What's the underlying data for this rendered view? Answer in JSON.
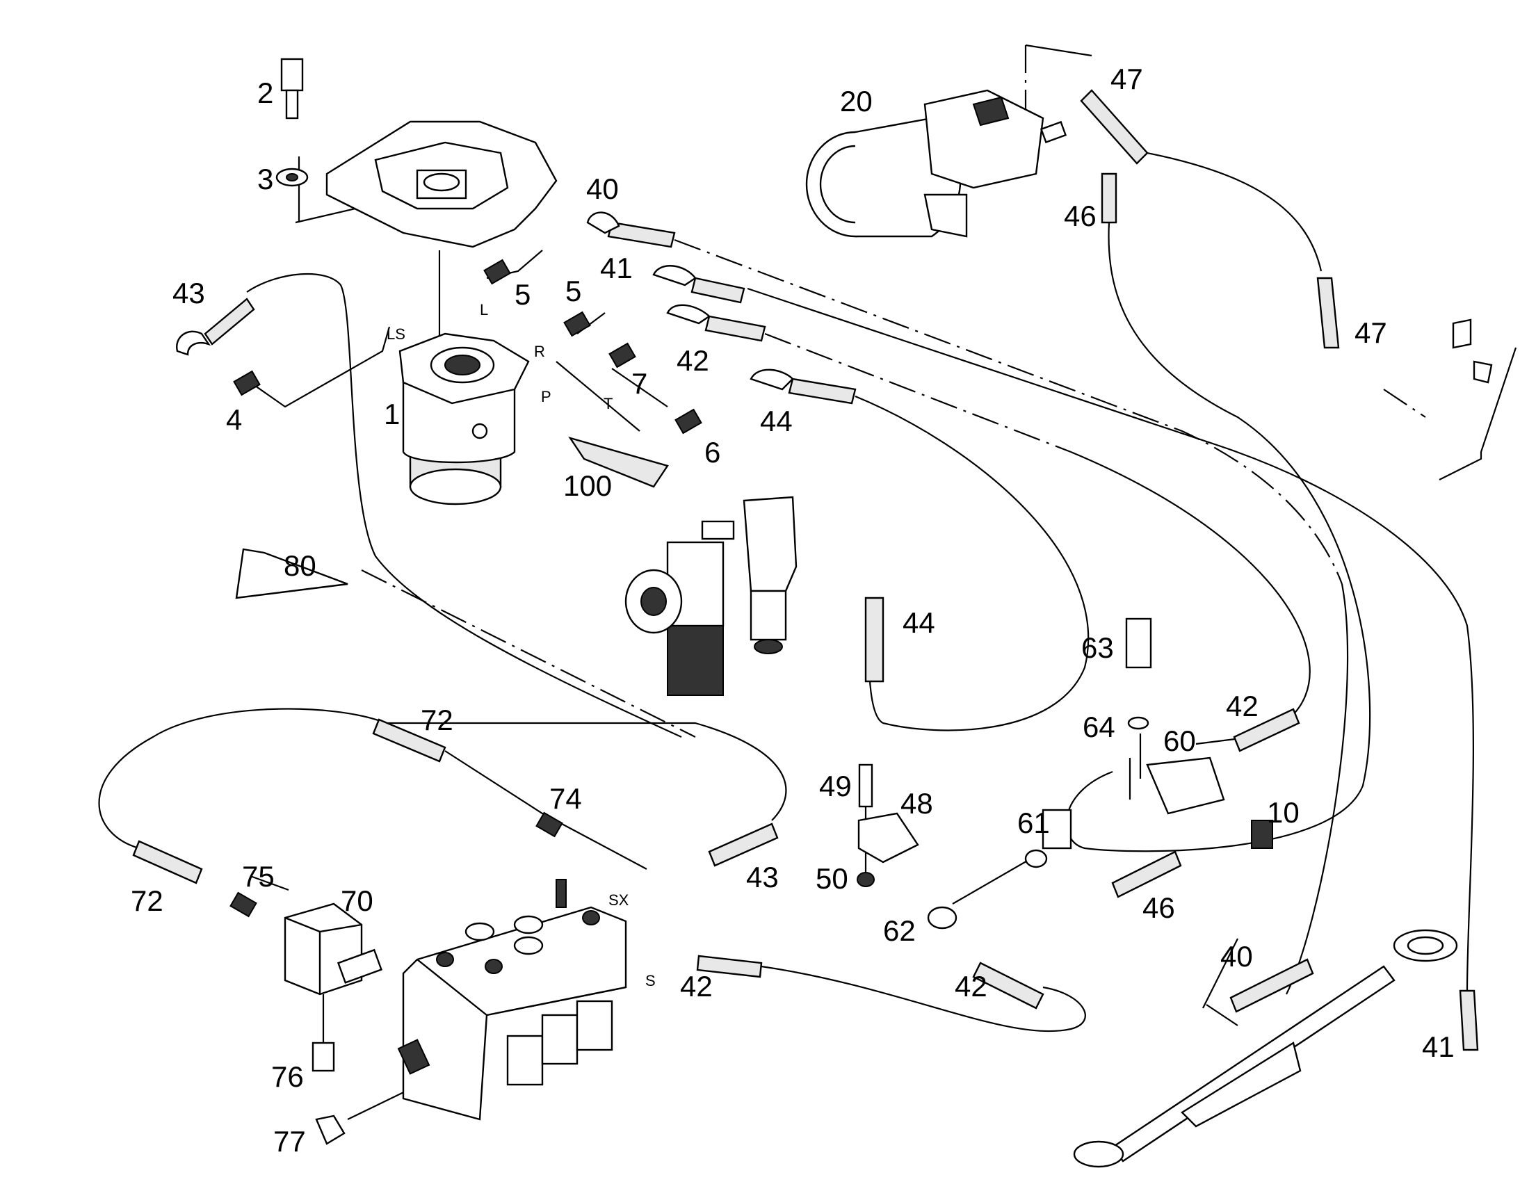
{
  "labels": {
    "n1": "1",
    "n2": "2",
    "n3": "3",
    "n4": "4",
    "n5a": "5",
    "n5b": "5",
    "n6": "6",
    "n7": "7",
    "n10": "10",
    "n20": "20",
    "n40a": "40",
    "n40b": "40",
    "n41a": "41",
    "n41b": "41",
    "n42a": "42",
    "n42b": "42",
    "n42c": "42",
    "n42d": "42",
    "n43a": "43",
    "n43b": "43",
    "n44a": "44",
    "n44b": "44",
    "n46a": "46",
    "n46b": "46",
    "n47a": "47",
    "n47b": "47",
    "n48": "48",
    "n49": "49",
    "n50": "50",
    "n60": "60",
    "n61": "61",
    "n62": "62",
    "n63": "63",
    "n64": "64",
    "n70": "70",
    "n72a": "72",
    "n72b": "72",
    "n74": "74",
    "n75": "75",
    "n76": "76",
    "n77": "77",
    "n80": "80",
    "n100": "100"
  },
  "ports": {
    "ls": "LS",
    "l": "L",
    "r": "R",
    "p": "P",
    "t": "T",
    "sx": "SX",
    "s": "S"
  }
}
